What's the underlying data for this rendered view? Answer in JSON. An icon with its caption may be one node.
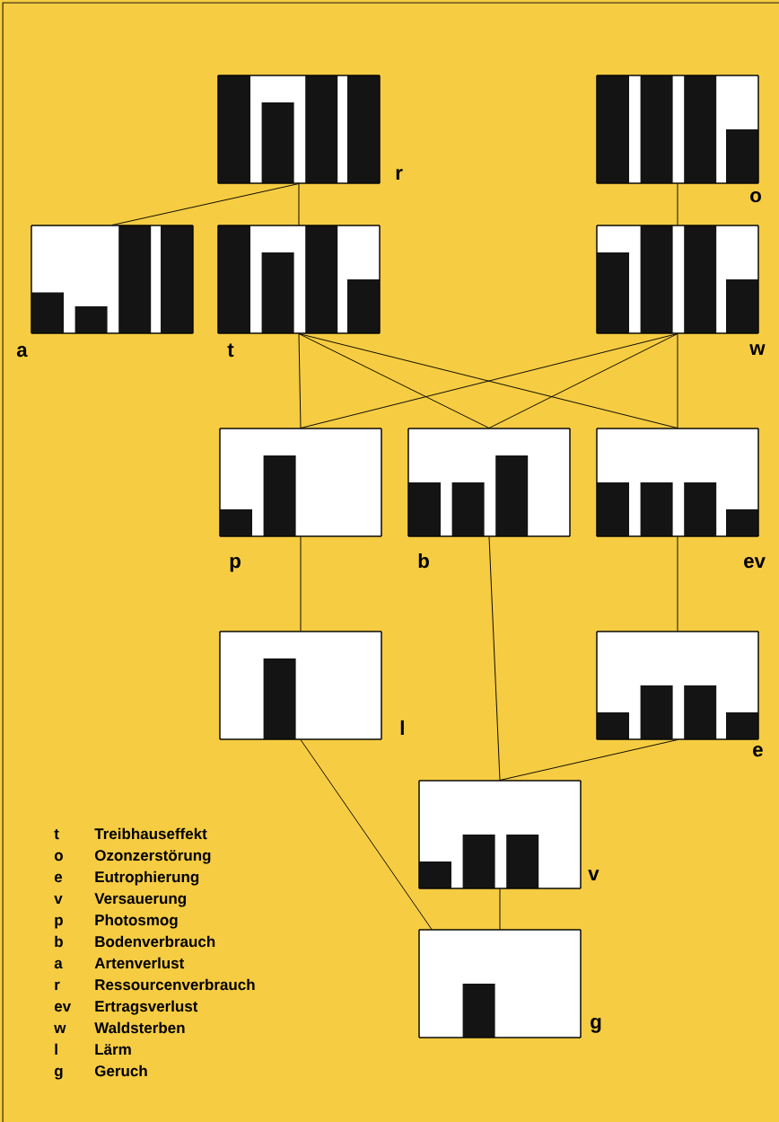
{
  "diagram": {
    "nodes": [
      {
        "text": [],
        "shape": "box",
        "beside": [
          "r"
        ]
      },
      {
        "text": [],
        "shape": "box",
        "beside": [
          "o"
        ]
      },
      {
        "text": [],
        "shape": "box",
        "beside": [
          "a"
        ]
      },
      {
        "text": [],
        "shape": "box",
        "beside": [
          "t"
        ]
      },
      {
        "text": [],
        "shape": "box",
        "beside": [
          "w"
        ]
      },
      {
        "text": [],
        "shape": "box",
        "beside": [
          "p"
        ]
      },
      {
        "text": [],
        "shape": "box",
        "beside": [
          "b"
        ]
      },
      {
        "text": [],
        "shape": "box",
        "beside": [
          "ev"
        ]
      },
      {
        "text": [],
        "shape": "box",
        "beside": [
          "l"
        ]
      },
      {
        "text": [],
        "shape": "box",
        "beside": [
          "e"
        ]
      },
      {
        "text": [],
        "shape": "box",
        "beside": [
          "v"
        ]
      },
      {
        "text": [],
        "shape": "box",
        "beside": [
          "g"
        ]
      }
    ],
    "edges": [
      {
        "from": 0,
        "to": 2,
        "arrow": "none"
      },
      {
        "from": 0,
        "to": 3,
        "arrow": "none"
      },
      {
        "from": 1,
        "to": 4,
        "arrow": "none"
      },
      {
        "from": 3,
        "to": 5,
        "arrow": "none"
      },
      {
        "from": 3,
        "to": 6,
        "arrow": "none"
      },
      {
        "from": 3,
        "to": 7,
        "arrow": "none"
      },
      {
        "from": 4,
        "to": 5,
        "arrow": "none"
      },
      {
        "from": 4,
        "to": 6,
        "arrow": "none"
      },
      {
        "from": 4,
        "to": 7,
        "arrow": "none"
      },
      {
        "from": 5,
        "to": 8,
        "arrow": "none"
      },
      {
        "from": 6,
        "to": 10,
        "arrow": "none"
      },
      {
        "from": 7,
        "to": 9,
        "arrow": "none"
      },
      {
        "from": 9,
        "to": 10,
        "arrow": "none"
      },
      {
        "from": 8,
        "to": 11,
        "arrow": "none"
      },
      {
        "from": 10,
        "to": 11,
        "arrow": "none"
      }
    ],
    "labels": [
      "t",
      "Treibhauseffekt",
      "o",
      "Ozonzerstörung",
      "e",
      "Eutrophierung",
      "v",
      "Versauerung",
      "p",
      "Photosmog",
      "b",
      "Bodenverbrauch",
      "a",
      "Artenverlust",
      "r",
      "Ressourcenverbrauch",
      "ev",
      "Ertragsverlust",
      "w",
      "Waldsterben",
      "l",
      "Lärm",
      "g",
      "Geruch"
    ]
  }
}
